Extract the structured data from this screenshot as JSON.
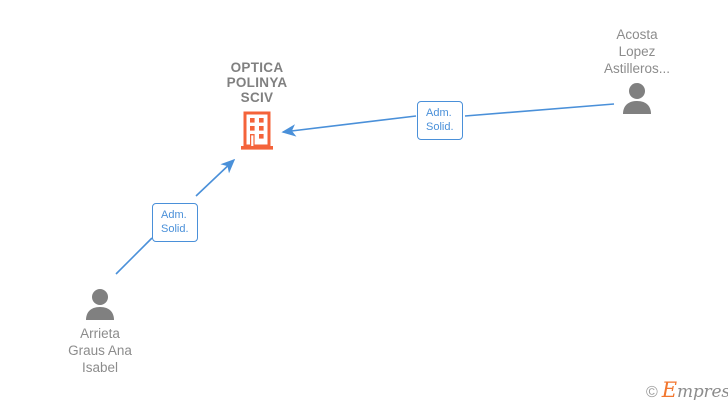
{
  "graph": {
    "background_color": "#ffffff",
    "edge_color": "#4a90d9",
    "company_color": "#f4633a",
    "person_color": "#808080",
    "text_color": "#8c8c8c"
  },
  "company": {
    "name": "OPTICA\nPOLINYA\nSCIV",
    "icon": "building-icon"
  },
  "persons": [
    {
      "id": "acosta",
      "name": "Acosta\nLopez\nAstilleros...",
      "icon": "person-icon"
    },
    {
      "id": "arrieta",
      "name": "Arrieta\nGraus Ana\nIsabel",
      "icon": "person-icon"
    }
  ],
  "edges": [
    {
      "id": "edge-acosta",
      "from": "acosta",
      "to": "company",
      "label": "Adm.\nSolid."
    },
    {
      "id": "edge-arrieta",
      "from": "arrieta",
      "to": "company",
      "label": "Adm.\nSolid."
    }
  ],
  "watermark": {
    "copyright": "©",
    "brand_cap": "E",
    "brand_rest": "mpresia"
  }
}
